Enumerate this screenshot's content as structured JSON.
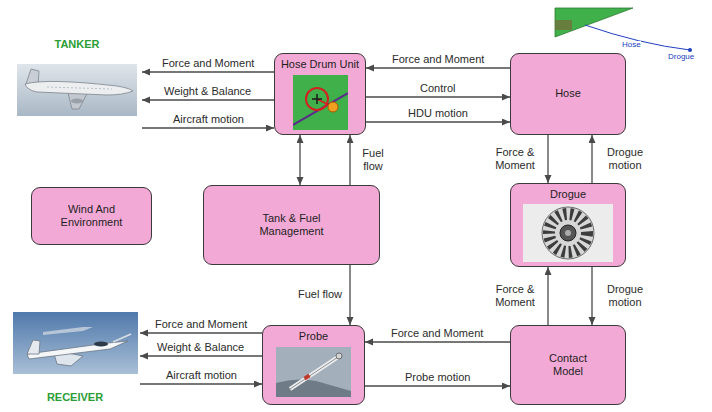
{
  "diagram": {
    "nodes": [
      {
        "text": [
          "TANKER"
        ]
      },
      {
        "text": [
          "Hose Drum Unit"
        ]
      },
      {
        "text": [
          "Hose"
        ]
      },
      {
        "text": [
          "Wind And Environment"
        ]
      },
      {
        "text": [
          "Tank & Fuel Management"
        ]
      },
      {
        "text": [
          "Drogue"
        ]
      },
      {
        "text": [
          "RECEIVER"
        ]
      },
      {
        "text": [
          "Probe"
        ]
      },
      {
        "text": [
          "Contact Model"
        ]
      }
    ],
    "edges": [
      {
        "from": 1,
        "to": 0,
        "arrow": "to",
        "label": "Force and Moment"
      },
      {
        "from": 1,
        "to": 0,
        "arrow": "to",
        "label": "Weight & Balance"
      },
      {
        "from": 0,
        "to": 1,
        "arrow": "to",
        "label": "Aircraft motion"
      },
      {
        "from": 2,
        "to": 1,
        "arrow": "to",
        "label": "Force and Moment"
      },
      {
        "from": 1,
        "to": 2,
        "arrow": "to",
        "label": "Control"
      },
      {
        "from": 1,
        "to": 2,
        "arrow": "to",
        "label": "HDU motion"
      },
      {
        "from": 1,
        "to": 4,
        "arrow": "both"
      },
      {
        "from": 4,
        "to": 1,
        "arrow": "to",
        "label": "Fuel flow"
      },
      {
        "from": 4,
        "to": 7,
        "arrow": "to",
        "label": "Fuel flow"
      },
      {
        "from": 2,
        "to": 5,
        "arrow": "to",
        "label": "Force & Moment"
      },
      {
        "from": 5,
        "to": 2,
        "arrow": "to",
        "label": "Drogue motion"
      },
      {
        "from": 8,
        "to": 5,
        "arrow": "to",
        "label": "Force & Moment"
      },
      {
        "from": 5,
        "to": 8,
        "arrow": "to",
        "label": "Drogue motion"
      },
      {
        "from": 7,
        "to": 6,
        "arrow": "to",
        "label": "Force and Moment"
      },
      {
        "from": 7,
        "to": 6,
        "arrow": "to",
        "label": "Weight & Balance"
      },
      {
        "from": 6,
        "to": 7,
        "arrow": "to",
        "label": "Aircraft motion"
      },
      {
        "from": 8,
        "to": 7,
        "arrow": "to",
        "label": "Force and Moment"
      },
      {
        "from": 7,
        "to": 8,
        "arrow": "to",
        "label": "Probe motion"
      }
    ],
    "labels": [
      "Hose",
      "Drogue"
    ]
  }
}
